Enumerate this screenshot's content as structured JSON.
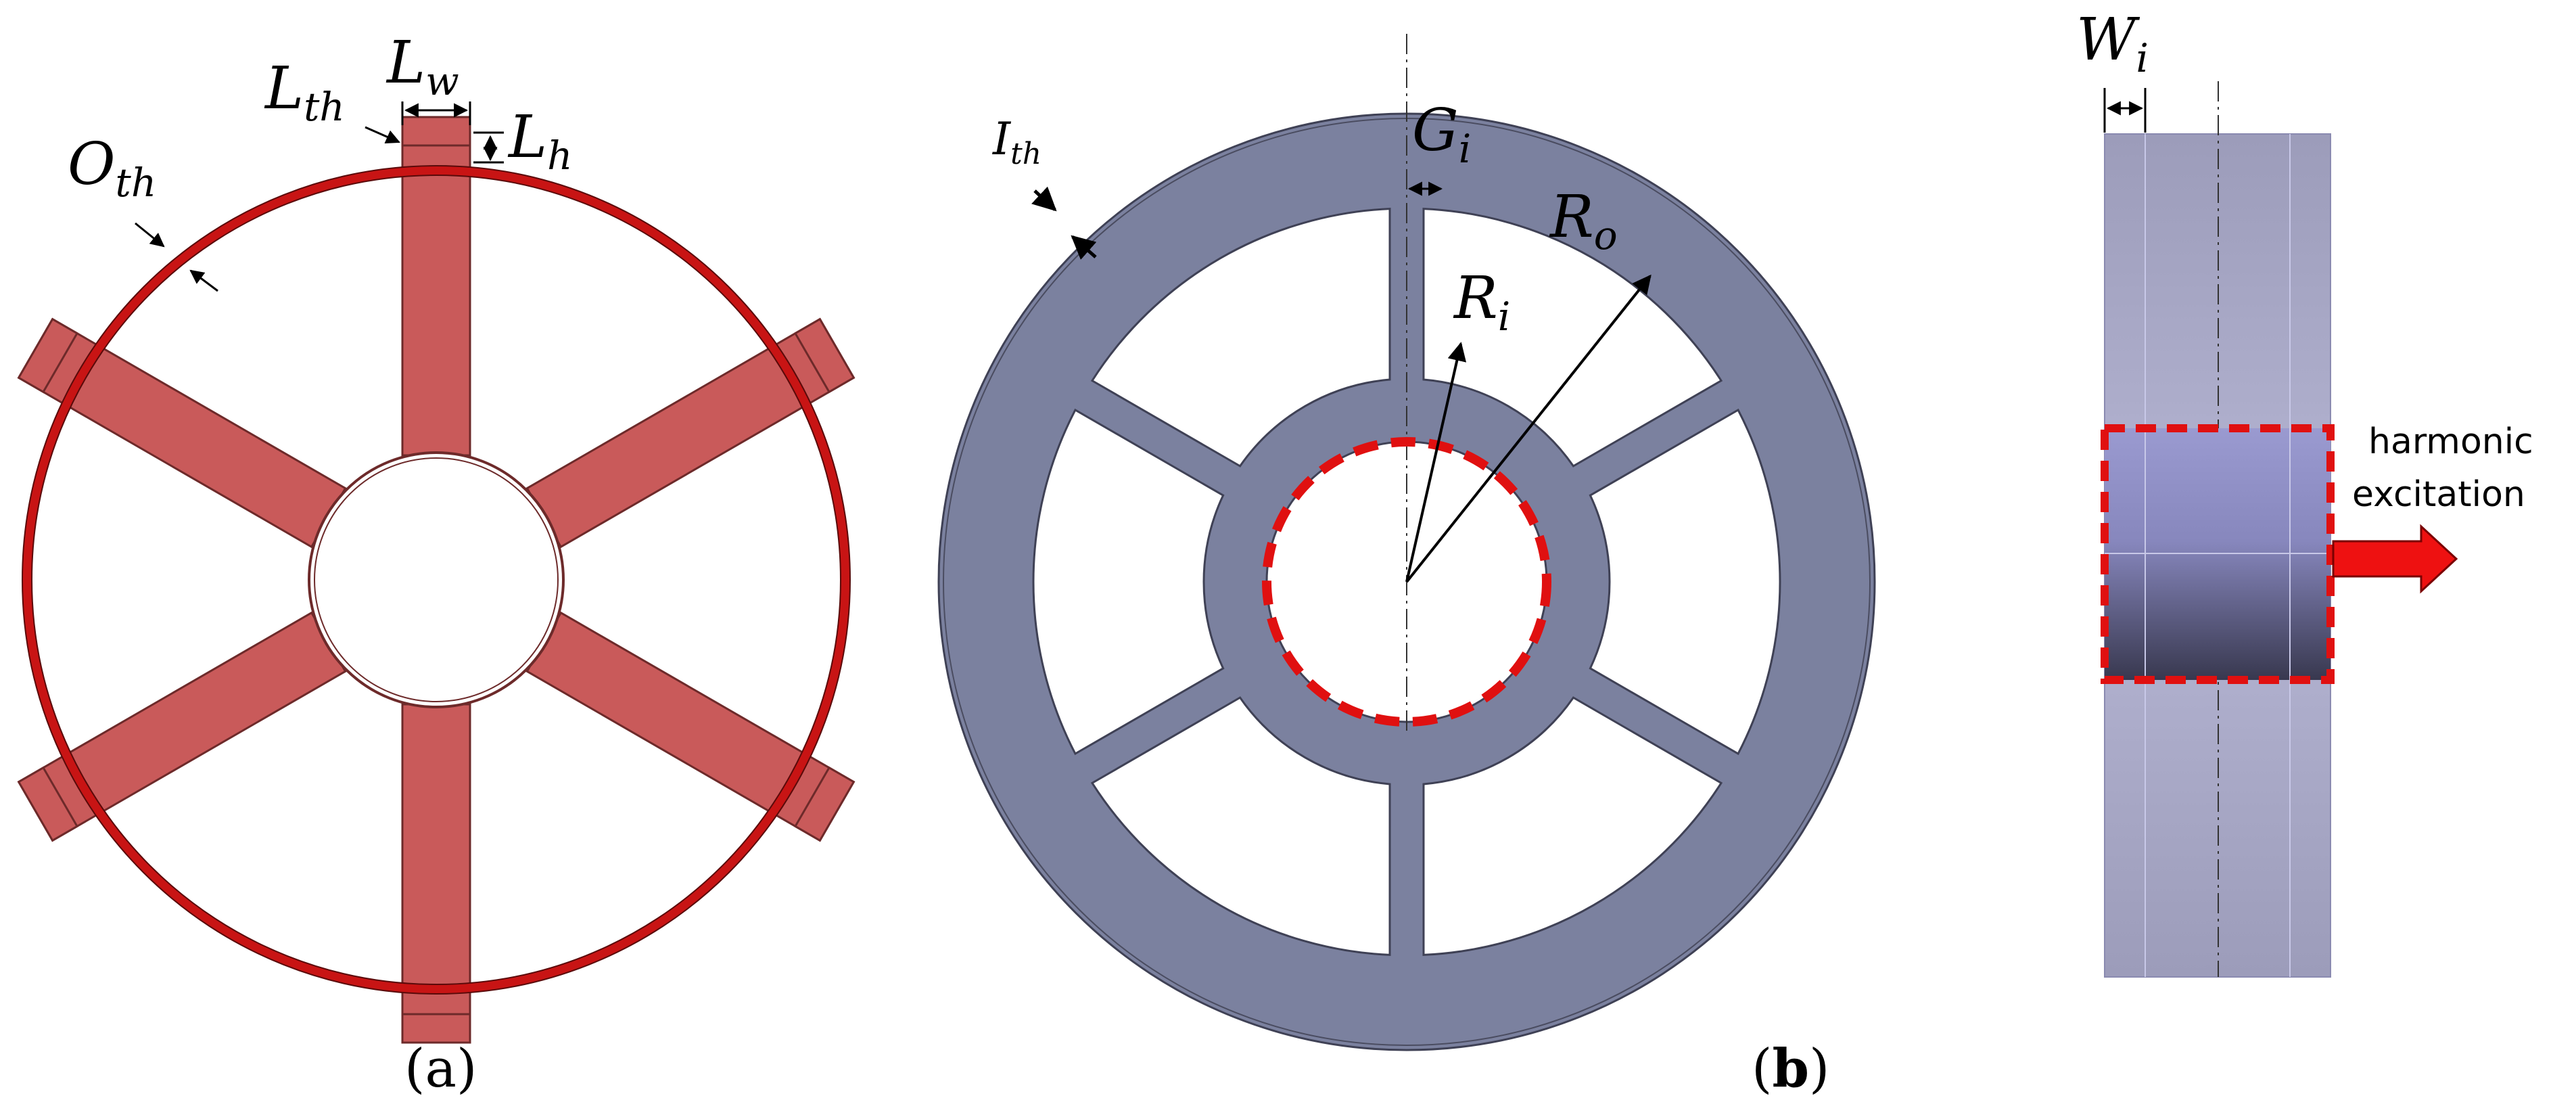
{
  "colors": {
    "spoke_fill": "#c95a5a",
    "ring_red": "#c81414",
    "disk_fill": "#7b819f",
    "side_fill": "#a6a7c4",
    "side_dark": "#3d3d5a",
    "dash_red": "#e01010",
    "arrow_red": "#ee1111"
  },
  "panel_a": {
    "label_lw": {
      "base": "L",
      "sub": "w"
    },
    "label_lth": {
      "base": "L",
      "sub": "th"
    },
    "label_lh": {
      "base": "L",
      "sub": "h"
    },
    "label_oth": {
      "base": "O",
      "sub": "th"
    },
    "caption_open": "(",
    "caption_letter": "a",
    "caption_close": ")"
  },
  "panel_b": {
    "label_ith": {
      "base": "I",
      "sub": "th"
    },
    "label_gi": {
      "base": "G",
      "sub": "i"
    },
    "label_ri": {
      "base": "R",
      "sub": "i"
    },
    "label_ro": {
      "base": "R",
      "sub": "o"
    },
    "caption_open": "(",
    "caption_letter": "b",
    "caption_close": ")"
  },
  "panel_c": {
    "label_wi": {
      "base": "W",
      "sub": "i"
    },
    "excitation_line1": "harmonic",
    "excitation_line2": "excitation"
  }
}
